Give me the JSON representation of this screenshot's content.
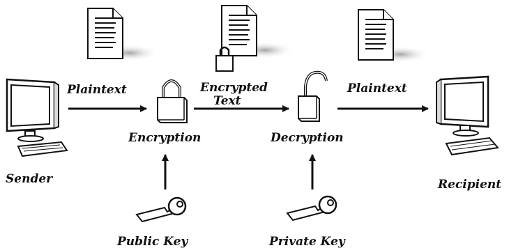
{
  "labels": {
    "sender": "Sender",
    "recipient": "Recipient",
    "plaintext_left": "Plaintext",
    "plaintext_right": "Plaintext",
    "encrypted_text_line1": "Encrypted",
    "encrypted_text_line2": "Text",
    "encryption": "Encryption",
    "decryption": "Decryption",
    "public_key": "Public Key",
    "private_key": "Private Key"
  },
  "icons": {
    "sender_computer": "computer-icon",
    "recipient_computer": "computer-icon",
    "plaintext_doc_left": "document-icon",
    "encrypted_doc": "locked-document-icon",
    "plaintext_doc_right": "document-icon",
    "encryption_lock": "closed-padlock-icon",
    "decryption_lock": "open-padlock-icon",
    "public_key": "key-icon",
    "private_key": "key-icon"
  },
  "colors": {
    "ink": "#111111",
    "paper": "#ffffff",
    "shadow": "#bbbbbb"
  }
}
